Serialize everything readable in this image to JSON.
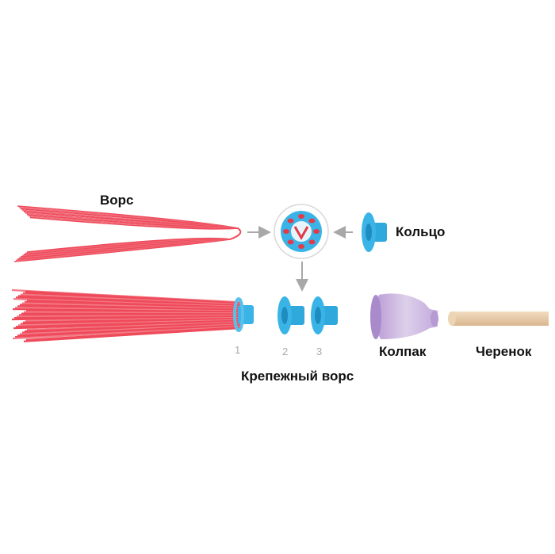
{
  "labels": {
    "bristle": "Ворс",
    "ring": "Кольцо",
    "fastening_bristle": "Крепежный ворс",
    "cap": "Колпак",
    "handle": "Черенок"
  },
  "step_numbers": [
    "1",
    "2",
    "3"
  ],
  "colors": {
    "bristle": "#ef4a5a",
    "ring": "#3ab4e6",
    "cap": "#c8b1dc",
    "handle": "#e6c9a3",
    "arrow": "#a8a8a8"
  }
}
